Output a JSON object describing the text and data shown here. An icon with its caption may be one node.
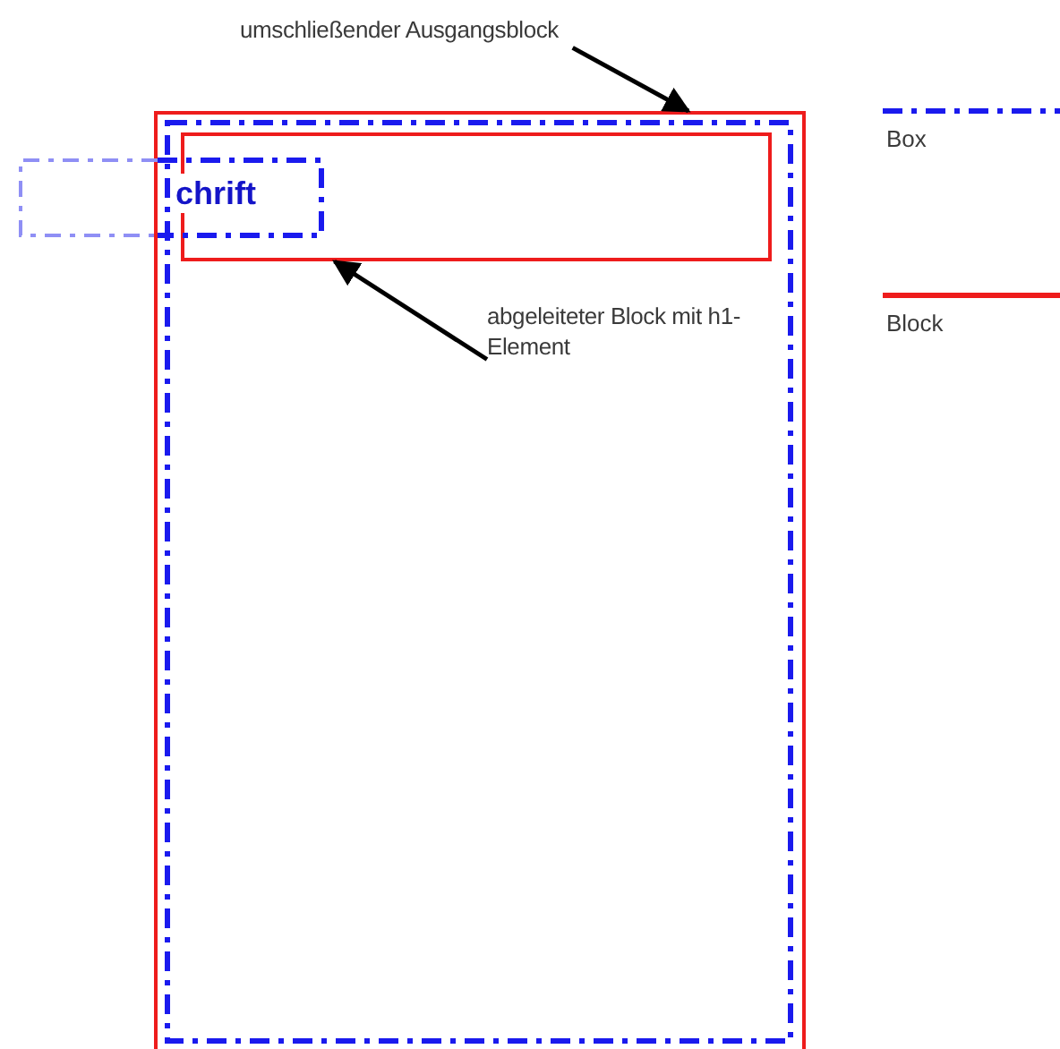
{
  "diagram": {
    "nodes": [
      {
        "text": [
          "umschließender Ausgangsblock"
        ]
      },
      {
        "text": [],
        "shape": "box"
      },
      {
        "text": [],
        "shape": "box",
        "in": 1
      },
      {
        "text": [],
        "shape": "box",
        "in": 2
      },
      {
        "text": [
          "chrift"
        ]
      },
      {
        "text": [
          "abgeleiteter Block mit h1-Element"
        ],
        "in": 2
      }
    ],
    "edges": [
      {
        "from": 0,
        "to": 1,
        "arrow": "to"
      },
      {
        "from": 5,
        "to": 3,
        "arrow": "to"
      }
    ],
    "legend": [
      {
        "text": "Box"
      },
      {
        "text": "Block"
      }
    ]
  }
}
